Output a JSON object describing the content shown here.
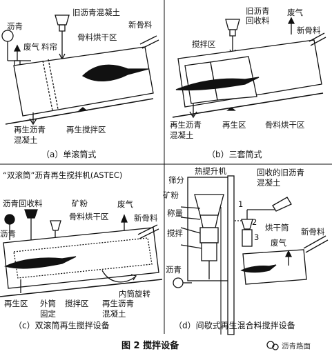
{
  "figure_caption": "图 2    搅拌设备",
  "watermark": "沥青路面",
  "panels": {
    "a": {
      "caption": "（a）单滚筒式",
      "labels": {
        "asphalt": "沥青",
        "old_concrete": "旧沥青混凝土",
        "exhaust": "废气",
        "curtain": "料帘",
        "drying_zone": "骨料烘干区",
        "new_aggregate": "新骨料",
        "recycled_concrete_1": "再生沥青",
        "recycled_concrete_2": "混凝土",
        "mixing_zone": "再生搅拌区"
      }
    },
    "b": {
      "caption": "（b）三套筒式",
      "labels": {
        "old_asphalt": "旧沥青",
        "recycled_material": "回收料",
        "exhaust": "废气",
        "new_aggregate": "新骨料",
        "mixing_zone": "搅拌区",
        "recycled_concrete_1": "再生沥青",
        "recycled_concrete_2": "混凝土",
        "regen_zone": "再生区",
        "drying_zone": "骨料烘干区"
      }
    },
    "c": {
      "title": "“双滚筒”沥青再生搅拌机(ASTEC)",
      "caption": "（c）双滚筒再生搅拌设备",
      "labels": {
        "recycled_asphalt": "沥青回收料",
        "asphalt": "沥青",
        "mineral_powder": "矿粉",
        "exhaust": "废气",
        "drying_zone": "骨料烘干区",
        "new_aggregate": "新骨料",
        "inner_rotation": "内筒旋转",
        "regen_zone": "再生区",
        "outer_fixed_1": "外筒",
        "outer_fixed_2": "固定",
        "mixing_zone": "搅拌区",
        "recycled_concrete_1": "再生沥青",
        "recycled_concrete_2": "混凝土"
      }
    },
    "d": {
      "caption": "（d）间歇式再生混合料搅拌设备",
      "labels": {
        "screen": "筛分",
        "hot_elevator": "热提升机",
        "mineral_powder": "矿粉",
        "weighing": "称量",
        "mixing": "搅拌",
        "recovered_1": "回收的旧沥青",
        "recovered_2": "混凝土",
        "num1": "1",
        "num2": "2",
        "num3": "3",
        "drying_drum": "烘干筒",
        "exhaust": "废气",
        "new_aggregate": "新骨料",
        "asphalt": "沥青"
      }
    }
  }
}
